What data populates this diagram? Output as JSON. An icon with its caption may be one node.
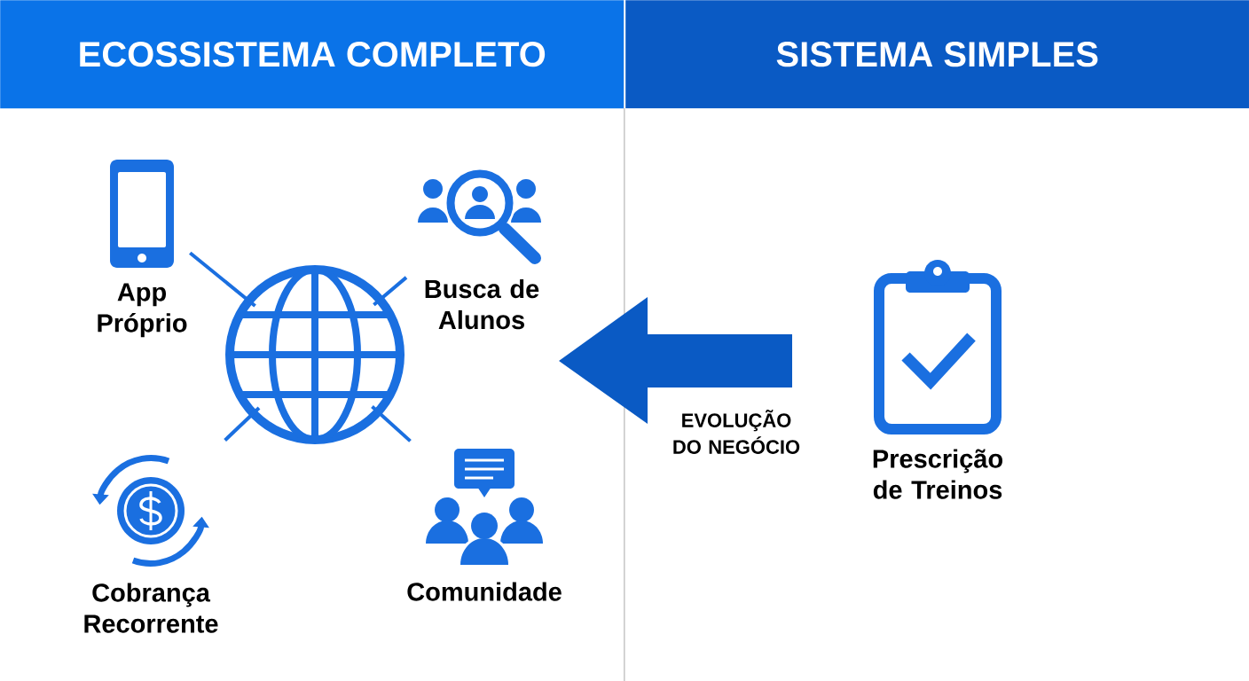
{
  "diagram": {
    "nodes": [
      {
        "text": [
          "ECOSSISTEMA COMPLETO"
        ]
      },
      {
        "text": [
          "SISTEMA SIMPLES"
        ]
      },
      {
        "text": [
          "App Próprio"
        ]
      },
      {
        "text": [
          "Busca de Alunos"
        ]
      },
      {
        "text": [],
        "shape": "picture"
      },
      {
        "text": [
          "Cobrança Recorrente"
        ]
      },
      {
        "text": [
          "Comunidade"
        ]
      },
      {
        "text": [
          "Prescrição de Treinos"
        ]
      }
    ],
    "edges": [
      {
        "from": 4,
        "to": 2,
        "arrow": "none"
      },
      {
        "from": 4,
        "to": 3,
        "arrow": "none"
      },
      {
        "from": 4,
        "to": 5,
        "arrow": "none"
      },
      {
        "from": 4,
        "to": 6,
        "arrow": "none"
      }
    ],
    "labels": [
      "EVOLUÇÃO DO NEGÓCIO"
    ]
  }
}
